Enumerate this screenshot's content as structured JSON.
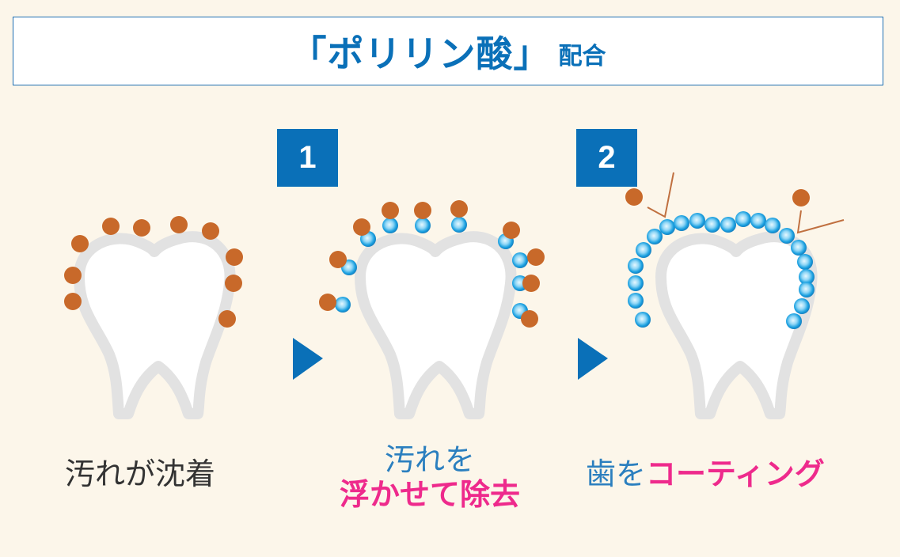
{
  "title": {
    "main": "「ポリリン酸」",
    "sub": "配合"
  },
  "steps": [
    {
      "number": "1"
    },
    {
      "number": "2"
    }
  ],
  "captions": {
    "before": "汚れが沈着",
    "step1_line1": "汚れを",
    "step1_line2": "浮かせて除去",
    "step2_prefix": "歯を",
    "step2_highlight": "コーティング"
  },
  "colors": {
    "background": "#fcf6ea",
    "brand_blue": "#0a70b8",
    "stain_brown": "#c8692a",
    "coating_blue": "#1aa0e0",
    "highlight_pink": "#ee2a8c",
    "tooth_outline": "#e2e2e2"
  },
  "icons": {
    "arrow": "triangle-right",
    "stain": "brown-dot",
    "polyphosphate": "blue-sphere"
  }
}
